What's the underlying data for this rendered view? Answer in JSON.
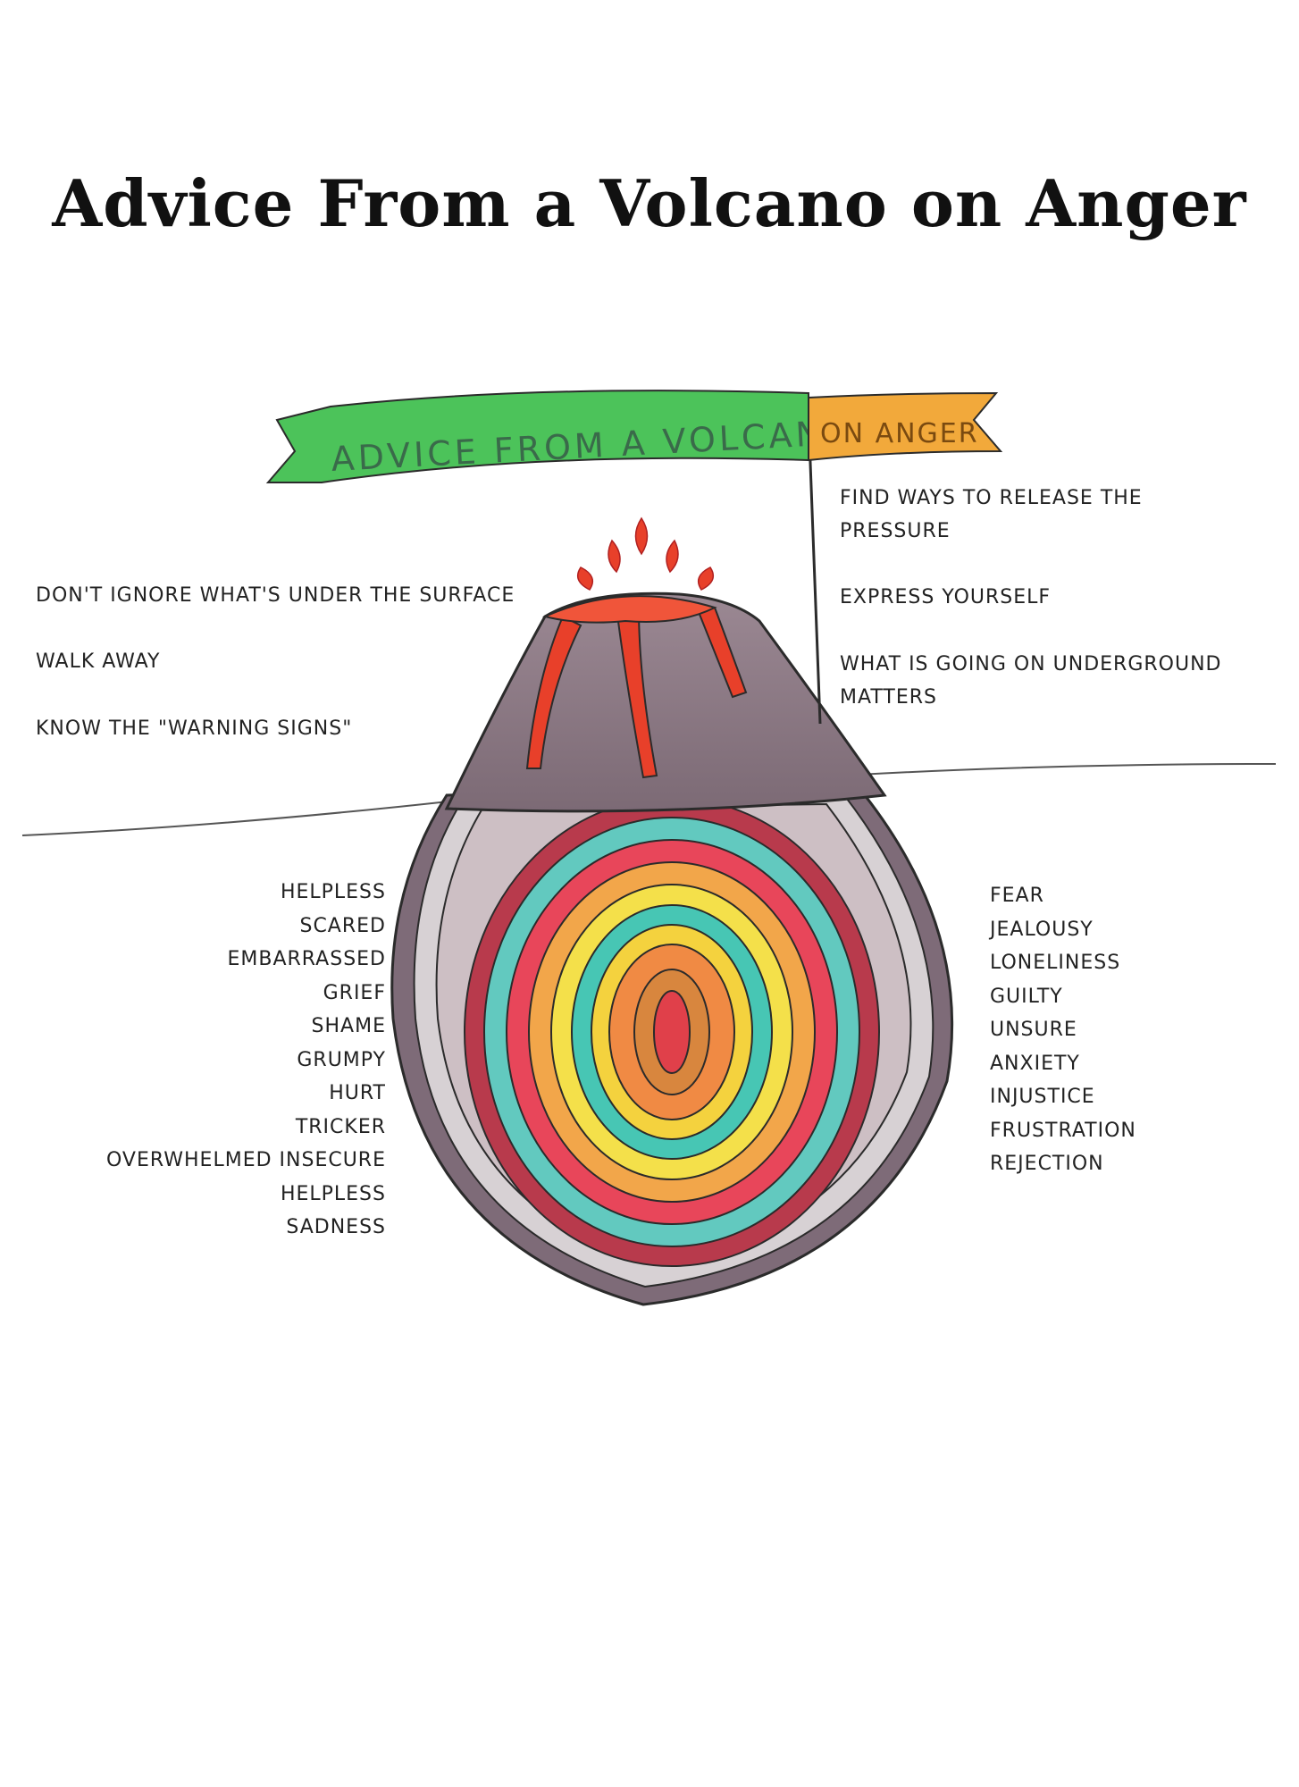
{
  "title": "Advice From a Volcano on Anger",
  "banner": {
    "main": "ADVICE FROM A VOLCANO",
    "flag": "ON ANGER"
  },
  "advice_left": [
    "DON'T IGNORE WHAT'S UNDER THE SURFACE",
    "WALK AWAY",
    "KNOW THE \"WARNING SIGNS\""
  ],
  "advice_right": [
    "FIND WAYS TO RELEASE THE",
    "PRESSURE",
    "EXPRESS YOURSELF",
    "WHAT IS GOING ON UNDERGROUND",
    "MATTERS"
  ],
  "emotions_left": [
    "HELPLESS",
    "SCARED",
    "EMBARRASSED",
    "GRIEF",
    "SHAME",
    "GRUMPY",
    "HURT",
    "TRICKER",
    "OVERWHELMED INSECURE",
    "HELPLESS",
    "SADNESS"
  ],
  "emotions_right": [
    "FEAR",
    "JEALOUSY",
    "LONELINESS",
    "GUILTY",
    "UNSURE",
    "ANXIETY",
    "INJUSTICE",
    "FRUSTRATION",
    "REJECTION"
  ],
  "colors": {
    "banner_green": "#4cc35a",
    "banner_orange": "#f2a93b",
    "volcano": "#8a7a84",
    "lava": "#e8402a",
    "ground_line": "#555555"
  }
}
